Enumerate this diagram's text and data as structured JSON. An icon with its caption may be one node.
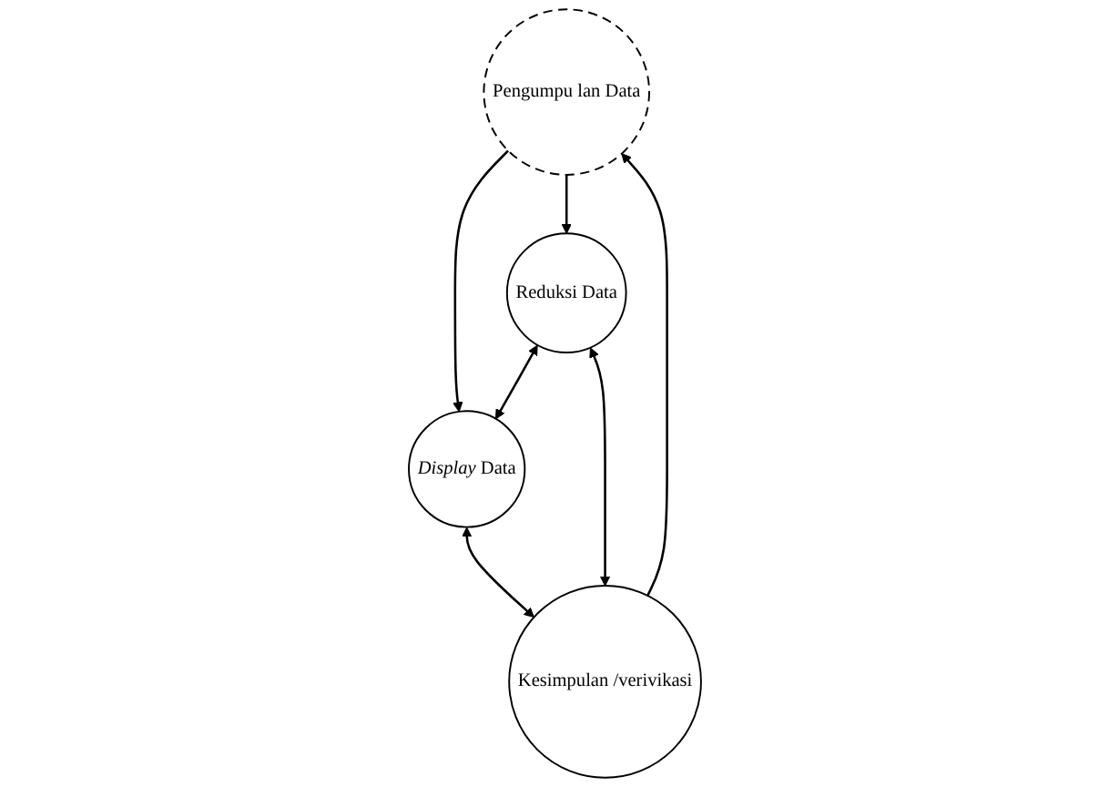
{
  "diagram": {
    "nodes": [
      {
        "text": [
          "Pengumpu lan Data"
        ]
      },
      {
        "text": [
          "*Display* Data"
        ]
      },
      {
        "text": [
          "Reduksi Data"
        ]
      },
      {
        "text": [
          "Kesimpulan /verivikasi"
        ]
      }
    ],
    "edges": [
      {
        "from": 0,
        "to": 1,
        "arrow": "to"
      },
      {
        "from": 0,
        "to": 2,
        "arrow": "to"
      },
      {
        "from": 2,
        "to": 1,
        "arrow": "both"
      },
      {
        "from": 1,
        "to": 3,
        "arrow": "both"
      },
      {
        "from": 2,
        "to": 3,
        "arrow": "both"
      },
      {
        "from": 3,
        "to": 0,
        "arrow": "to"
      }
    ]
  }
}
